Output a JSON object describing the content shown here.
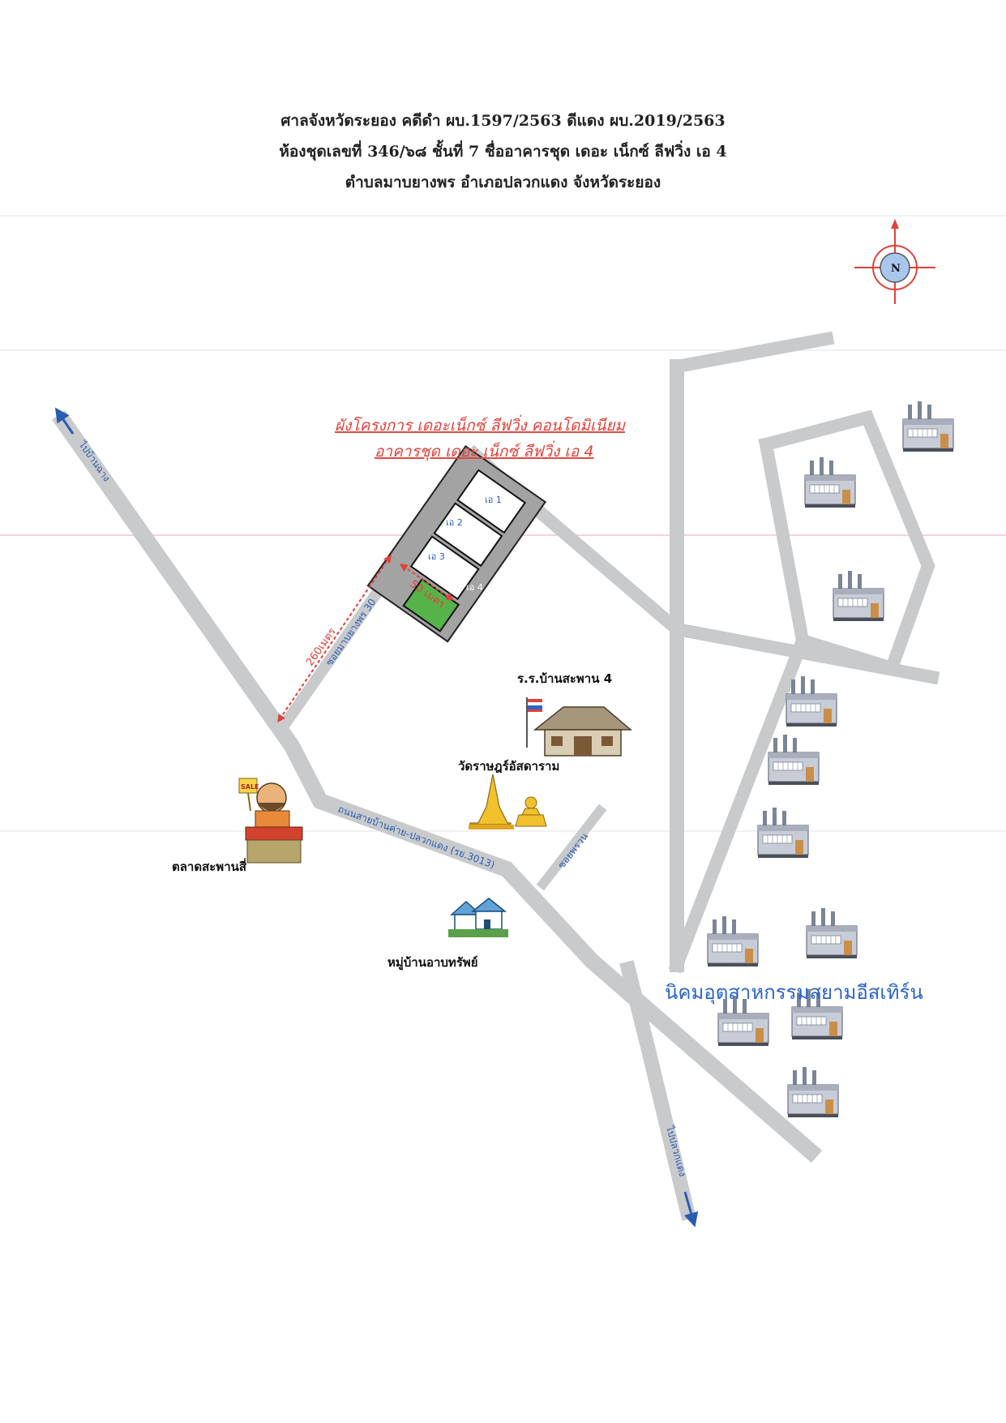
{
  "header": {
    "line1": "ศาลจังหวัดระยอง คดีดำ ผบ.1597/2563 ดีแดง ผบ.2019/2563",
    "line2": "ห้องชุดเลขที่ 346/๖๘ ชั้นที่ 7 ชื่ออาคารชุด เดอะ เน็กซ์ ลีฟวิ่ง เอ 4",
    "line3": "ตำบลมาบยางพร อำเภอปลวกแดง จังหวัดระยอง"
  },
  "compass": {
    "label": "N"
  },
  "project": {
    "title": "ผังโครงการ เดอะเน็กซ์ ลีฟวิ่ง คอนโดมิเนียม",
    "subtitle": "อาคารชุด เดอะ เน็กซ์ ลีฟวิ่ง เอ 4",
    "buildings": [
      "เอ 1",
      "เอ 2",
      "เอ 3",
      "เอ 4"
    ]
  },
  "distances": {
    "long": "260เมตร",
    "short": "50 เมตร"
  },
  "roads": {
    "to_ban_chang": "ไปบ้านฉาง",
    "to_pluak_daeng": "ไปปลวกแดง",
    "soi_mab_yang_phon": "ซอยมาบยางพร 30",
    "main_road": "ถนนสายบ้านค่าย-ปลวกแดง (รย.3013)",
    "soi_short": "ซอยพรวน"
  },
  "places": {
    "school": "ร.ร.บ้านสะพาน 4",
    "temple": "วัดราษฎร์อัสดาราม",
    "market": "ตลาดสะพานสี่",
    "village": "หมู่บ้านอาบทรัพย์",
    "industrial": "นิคมอุตสาหกรรมสยามอีสเทิร์น",
    "market_sign": "SALE"
  },
  "colors": {
    "road": "#c9cacc",
    "road_edge": "#b9babd",
    "project_red": "#e0413a",
    "arrow_red": "#e0413a",
    "industrial_blue": "#2a64c8",
    "green_lot": "#56b34a",
    "rule_line": "#d9d9d9",
    "rule_line_pink": "#e8a6b6"
  }
}
